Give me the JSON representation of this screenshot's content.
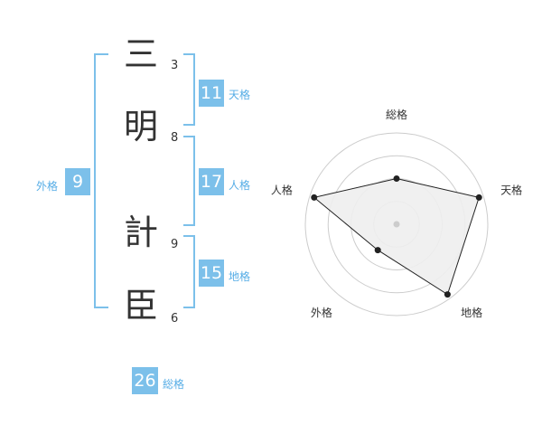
{
  "name_chars": [
    {
      "char": "三",
      "strokes": "3"
    },
    {
      "char": "明",
      "strokes": "8"
    },
    {
      "char": "計",
      "strokes": "9"
    },
    {
      "char": "臣",
      "strokes": "6"
    }
  ],
  "fortune": {
    "tenkaku": {
      "value": "11",
      "label": "天格"
    },
    "jinkaku": {
      "value": "17",
      "label": "人格"
    },
    "chikaku": {
      "value": "15",
      "label": "地格"
    },
    "gaikaku": {
      "value": "9",
      "label": "外格"
    },
    "soukaku": {
      "value": "26",
      "label": "総格"
    }
  },
  "chart_data": {
    "type": "radar",
    "axes": [
      "総格",
      "天格",
      "地格",
      "外格",
      "人格"
    ],
    "values": [
      0.5,
      0.95,
      0.95,
      0.35,
      0.95
    ],
    "max": 1,
    "rings": 4,
    "colors": {
      "fill": "#eeeeee",
      "stroke": "#222222",
      "grid": "#cccccc",
      "center": "#cccccc"
    }
  }
}
